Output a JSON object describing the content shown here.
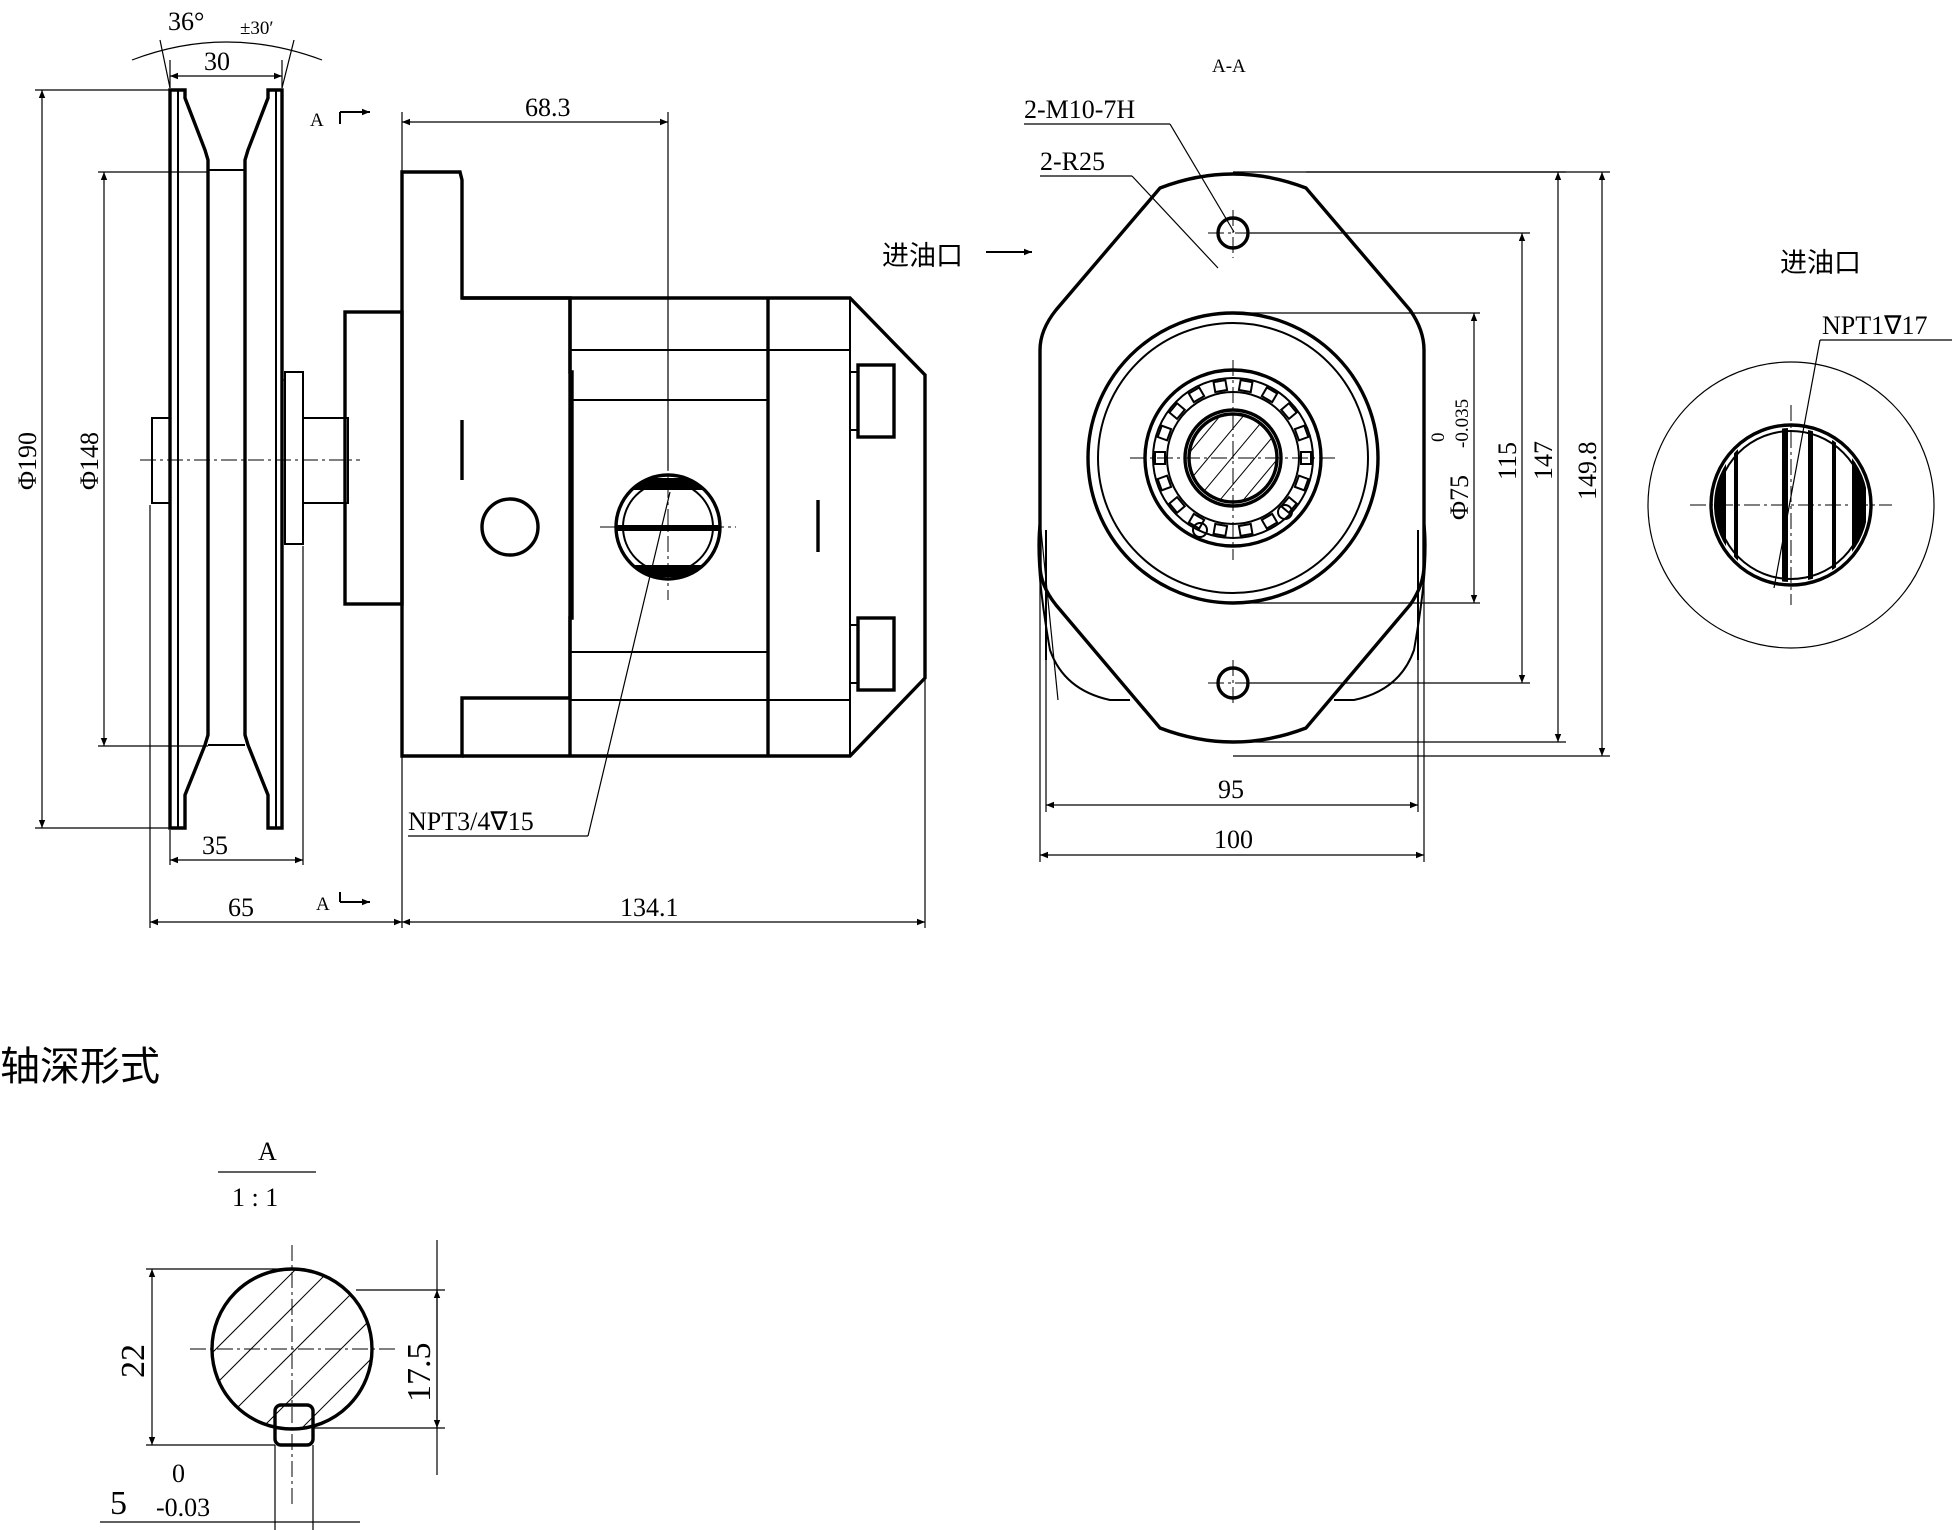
{
  "labels": {
    "angle": "36°",
    "angle_tol": "±30′",
    "groove_width": "30",
    "dia_190": "Φ190",
    "dia_148": "Φ148",
    "hub_35": "35",
    "len_65": "65",
    "len_134": "134.1",
    "len_68": "68.3",
    "npt_outlet": "NPT3/4∇15",
    "section_mark": "A",
    "section_title": "A-A",
    "m10": "2-M10-7H",
    "r25": "2-R25",
    "inlet_left": "进油口",
    "dia_75": "Φ75",
    "tol_75_up": "0",
    "tol_75_low": "-0.035",
    "dim_115": "115",
    "dim_147": "147",
    "dim_1498": "149.8",
    "dim_95": "95",
    "dim_100": "100",
    "inlet_right": "进油口",
    "npt_inlet": "NPT1∇17",
    "shaft_title": "轴深形式",
    "detail_name": "A",
    "detail_scale": "1 : 1",
    "dim_22": "22",
    "dim_175": "17.5",
    "key_5": "5",
    "key_tol_up": "0",
    "key_tol_low": "-0.03"
  }
}
